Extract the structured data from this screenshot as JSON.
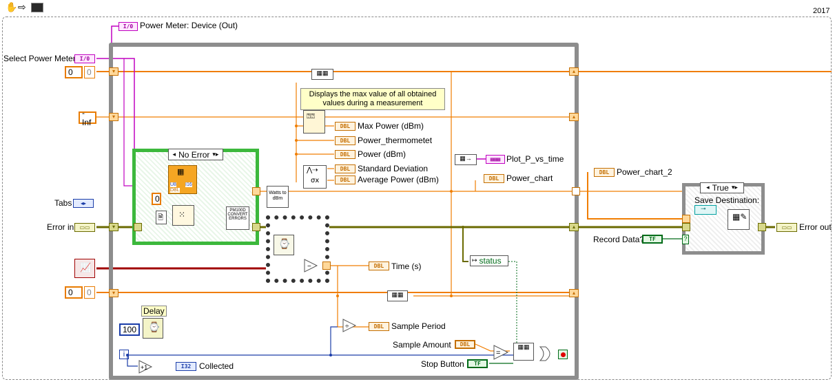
{
  "window": {
    "year": "2017"
  },
  "labels": {
    "power_meter_device_out": "Power Meter: Device (Out)",
    "select_power_meter": "Select Power Meter",
    "tabs": "Tabs",
    "error_in": "Error in",
    "max_power": "Max Power (dBm)",
    "power_thermometer": "Power_thermometet",
    "power_dbm": "Power (dBm)",
    "std_dev": "Standard Deviation",
    "avg_power": "Average Power (dBm)",
    "plot_p_vs_time": "Plot_P_vs_time",
    "power_chart": "Power_chart",
    "power_chart_2": "Power_chart_2",
    "time_s": "Time (s)",
    "sample_period": "Sample Period",
    "sample_amount": "Sample Amount",
    "stop_button": "Stop Button",
    "collected": "Collected",
    "status": "status",
    "record_data": "Record Data?",
    "save_destination": "Save Destination:",
    "error_out": "Error out",
    "delay": "Delay",
    "comment": "Displays the max value of all obtained values  during a measurement",
    "watts_to_dbm": "Watts to dBm",
    "pm100d": "PM100D CONVERT ERRORS"
  },
  "constants": {
    "shift_init_1": "0",
    "shift_init_1b": "0",
    "neg_inf": "-Inf",
    "inner_zero": "0",
    "shift_init_2": "0",
    "shift_init_2b": "0",
    "delay_value": "100",
    "iteration": "i"
  },
  "selectors": {
    "case_error": "No Error",
    "case_true": "True"
  },
  "terminals": {
    "io": "I/0",
    "dbl": "DBL",
    "i32": "I32",
    "tf": "TF",
    "u8": "U8",
    "i16": "I16"
  },
  "colors": {
    "orange_wire": "#f07d00",
    "pink_wire": "#c000c0",
    "blue_wire": "#1a3ca8",
    "error_wire": "#6a6a00",
    "green_wire": "#006b18"
  }
}
